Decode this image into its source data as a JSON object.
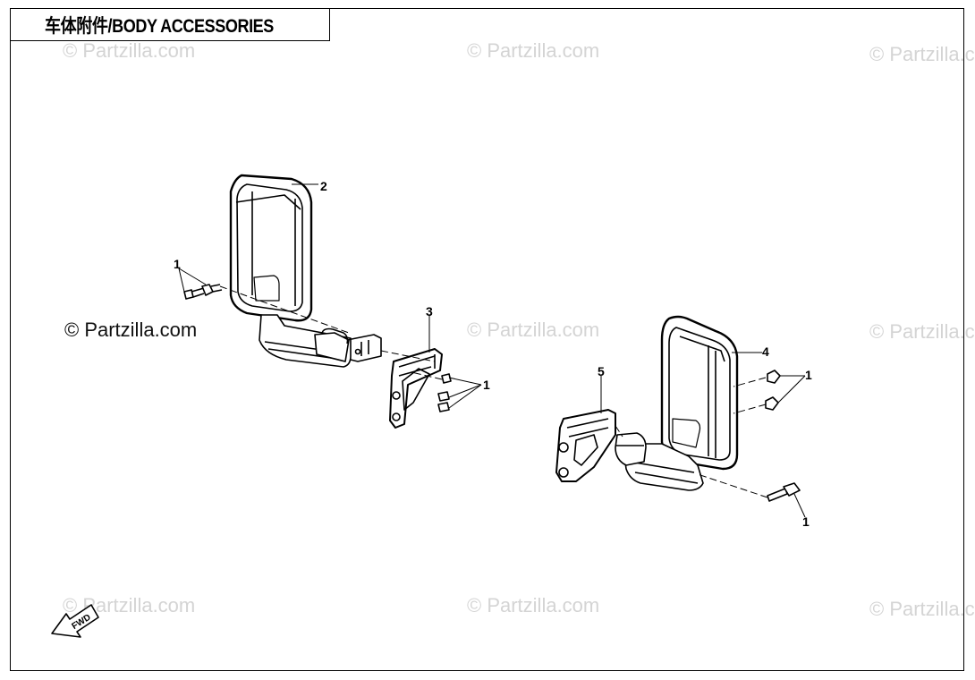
{
  "header": {
    "title": "车体附件/BODY ACCESSORIES"
  },
  "watermark": {
    "text": "© Partzilla.com"
  },
  "fwd_arrow": {
    "label": "FWD"
  },
  "callouts": [
    "1",
    "2",
    "3",
    "1",
    "4",
    "5",
    "1",
    "1"
  ],
  "colors": {
    "line": "#000000",
    "watermark": "#d4d4d4"
  }
}
